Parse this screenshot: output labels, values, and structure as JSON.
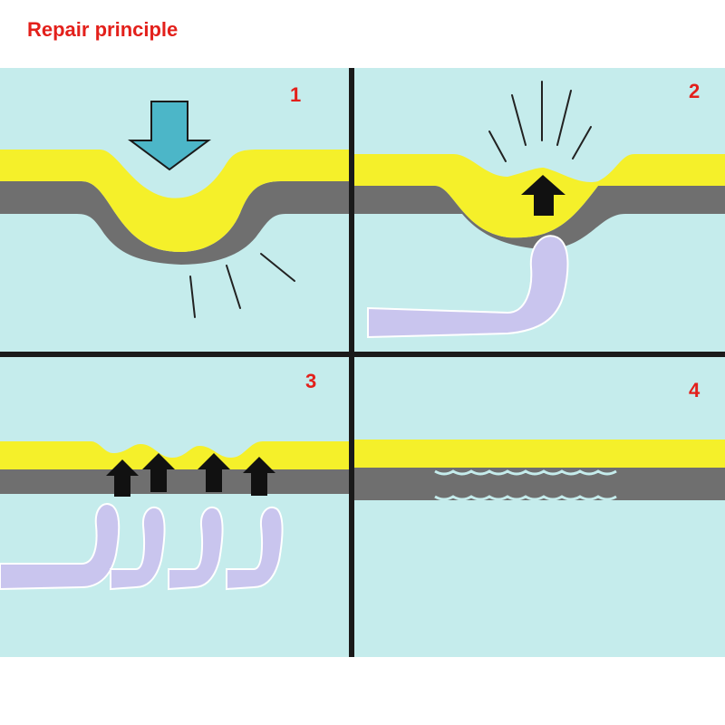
{
  "title": "Repair principle",
  "colors": {
    "title": "#e3201b",
    "panel_bg": "#c5ecec",
    "paint_layer": "#f5f02a",
    "metal_layer": "#6f6f6f",
    "divider": "#1a1a1a",
    "push_arrow": "#4cb6c8",
    "lift_arrow": "#111111",
    "tool": "#c9c5ee",
    "tool_outline": "#ffffff",
    "impact_lines": "#222222",
    "step_number": "#e3201b"
  },
  "icons": {
    "push_arrow": "down-arrow-icon",
    "lift_arrow": "up-arrow-icon",
    "tool": "glue-tab-tool-icon"
  },
  "panels": [
    {
      "number": "1"
    },
    {
      "number": "2"
    },
    {
      "number": "3"
    },
    {
      "number": "4"
    }
  ]
}
